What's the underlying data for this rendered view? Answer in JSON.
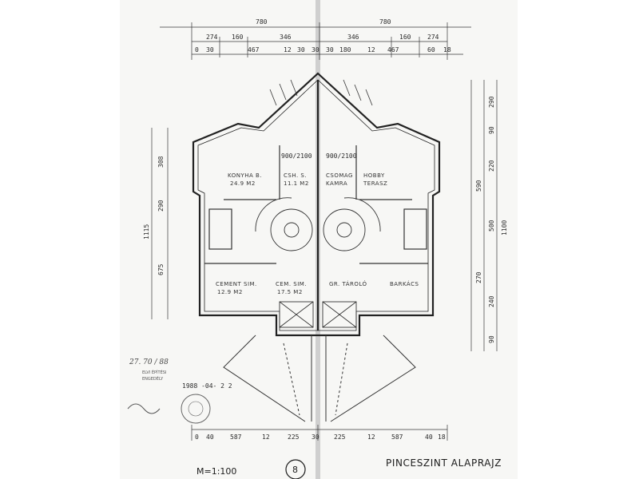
{
  "sheet": {
    "title": "PINCESZINT ALAPRAJZ",
    "scale": "M=1:100",
    "sheet_number": "8"
  },
  "dimensions": {
    "top_totals": [
      "780",
      "780"
    ],
    "top_row_1": [
      "274",
      "160",
      "346",
      "346",
      "160",
      "274"
    ],
    "top_row_2": [
      "0",
      "30",
      "467",
      "12",
      "30",
      "30",
      "30",
      "180",
      "12",
      "467",
      "60",
      "18"
    ],
    "bottom_row": [
      "0",
      "40",
      "587",
      "12",
      "225",
      "30",
      "225",
      "12",
      "587",
      "40",
      "18"
    ],
    "left_vertical": [
      "308",
      "290",
      "1115",
      "675"
    ],
    "right_vertical": [
      "290",
      "90",
      "220",
      "590",
      "500",
      "1100",
      "270",
      "240",
      "90"
    ]
  },
  "rooms": [
    {
      "name": "KONYHA B.",
      "area": "24.9 M2"
    },
    {
      "name": "CSH. S.",
      "area": "11.1 M2"
    },
    {
      "name": "CSOMAG",
      "area": "KAMRA"
    },
    {
      "name": "HOBBY",
      "area": "TERASZ"
    },
    {
      "name": "CEMENT SIM.",
      "area": "12.9 M2"
    },
    {
      "name": "CEM. SIM.",
      "area": "17.5 M2"
    },
    {
      "name": "GR. TÁROLÓ",
      "area": ""
    },
    {
      "name": "BARKÁCS",
      "area": ""
    }
  ],
  "door_tags": [
    "900/2100",
    "900/2100"
  ],
  "stamp": {
    "date": "1988 -04- 2 2",
    "line_1": "ELVI ÉPÍTÉSI",
    "line_2": "ENGEDÉLY"
  },
  "annotations": [
    "27. 70 / 88"
  ],
  "colors": {
    "paper": "#f7f7f5",
    "ink": "#2a2a2a",
    "faint": "#8a8a8a"
  }
}
